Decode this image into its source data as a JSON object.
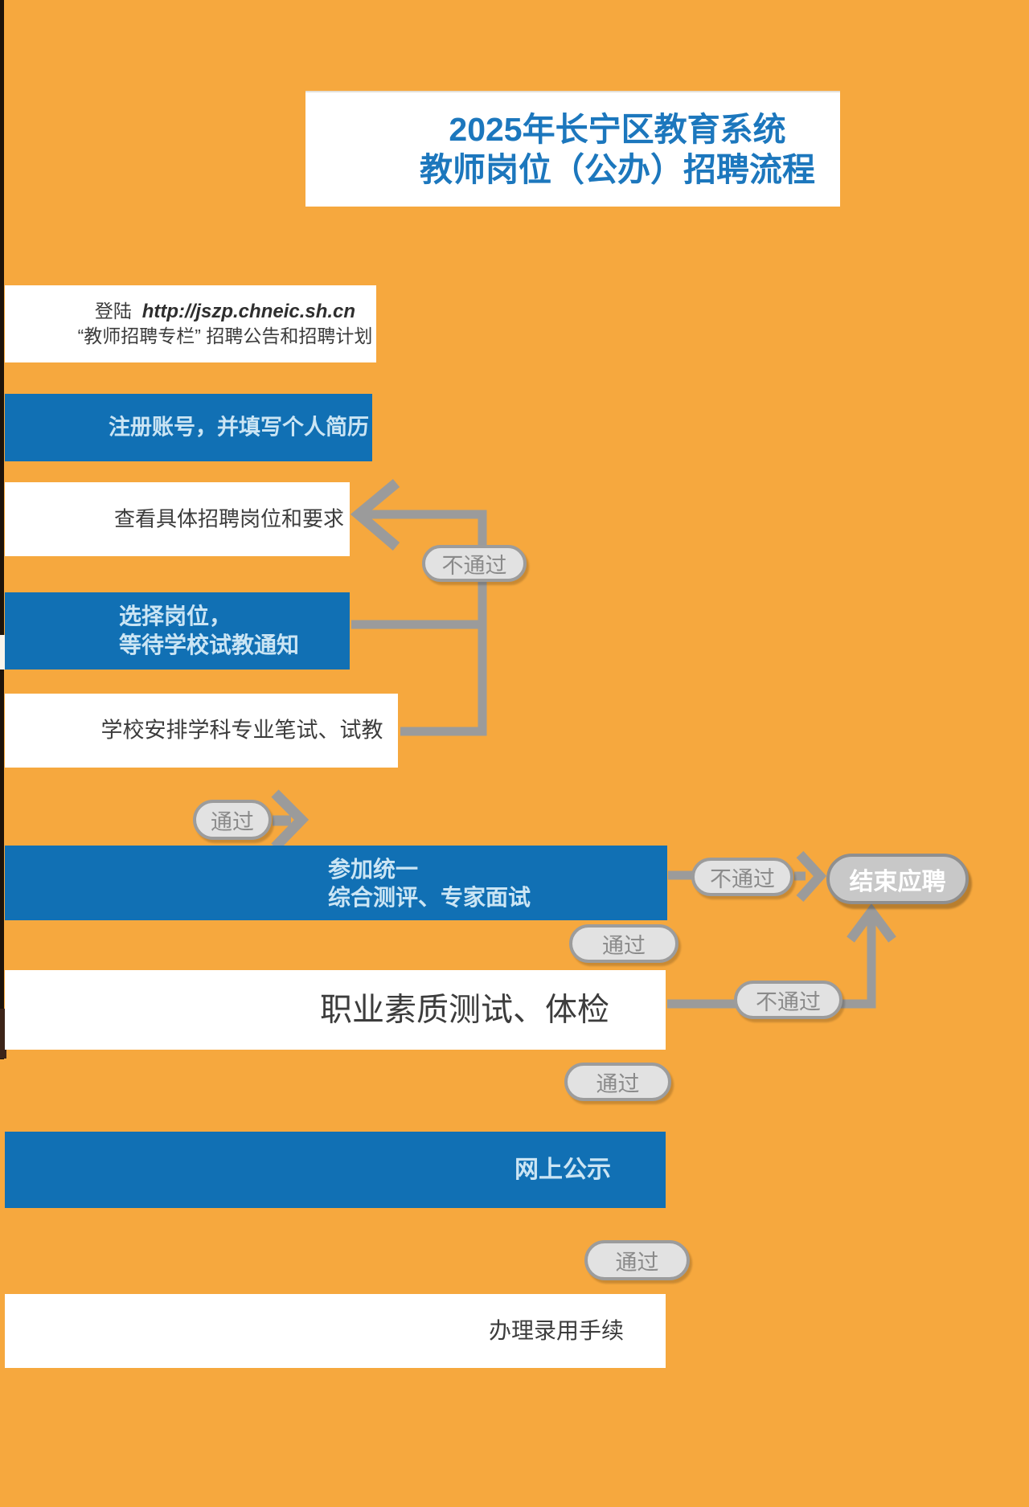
{
  "poster": {
    "title": {
      "line1": "2025年长宁区教育系统",
      "line2": "教师岗位（公办）招聘流程"
    },
    "steps": {
      "login": {
        "prefix": "登陆",
        "url": "http://jszp.chneic.sh.cn",
        "line2": "“教师招聘专栏” 招聘公告和招聘计划"
      },
      "register": {
        "label": "注册账号，并填写个人简历"
      },
      "view_positions": {
        "label": "查看具体招聘岗位和要求"
      },
      "choose_position": {
        "line1": "选择岗位，",
        "line2": "等待学校试教通知"
      },
      "school_test": {
        "label": "学校安排学科专业笔试、试教"
      },
      "unified_eval": {
        "line1": "参加统一",
        "line2": "综合测评、专家面试"
      },
      "quality_test": {
        "label": "职业素质测试、体检"
      },
      "publicity": {
        "label": "网上公示"
      },
      "enrollment": {
        "label": "办理录用手续"
      }
    },
    "connector_labels": {
      "pass": "通过",
      "fail": "不通过"
    },
    "end_node": {
      "label": "结束应聘"
    },
    "colors": {
      "background_orange": "#F6A83E",
      "process_blue": "#1170B4",
      "title_blue": "#1C77BD",
      "connector_gray": "#9B9B9B",
      "pill_fill": "#E2E2E2",
      "pill_border": "#9C9C9C",
      "end_node_fill": "#C8C8C8",
      "text_on_blue": "#CBE5F4",
      "text_on_white": "#3C3C3C"
    }
  }
}
